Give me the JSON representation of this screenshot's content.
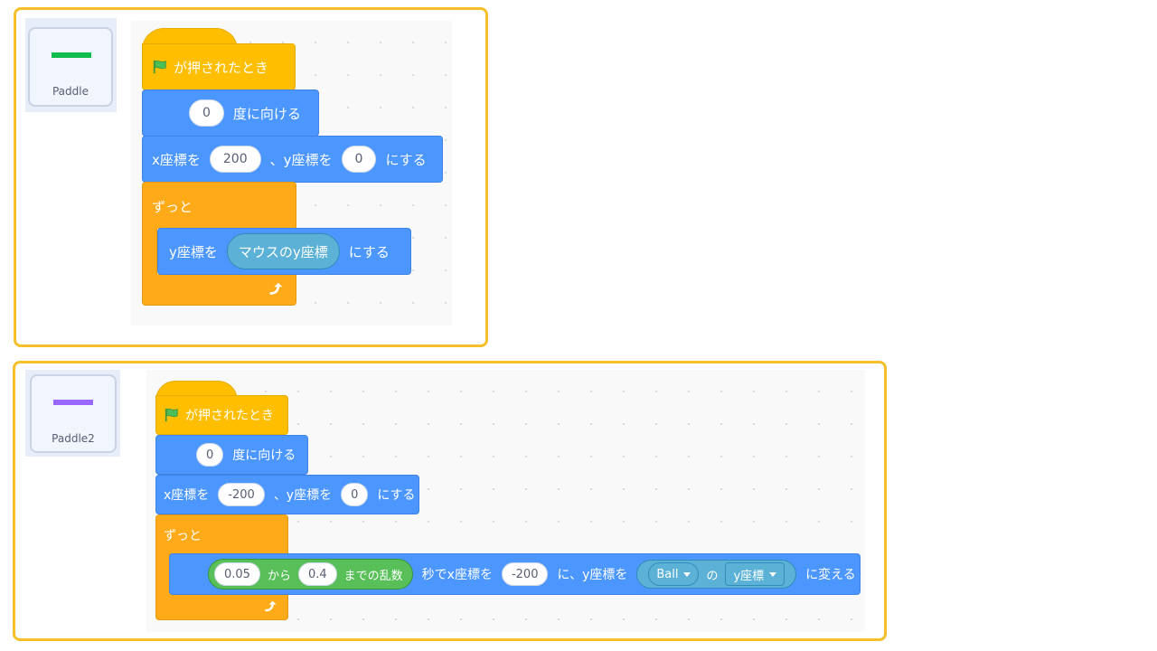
{
  "colors": {
    "frame": "#f5c02a",
    "motion": "#4c97ff",
    "events": "#ffbf00",
    "control": "#ffab19",
    "sensing": "#5cb1d6",
    "operators": "#59c059",
    "paddle_line": "#0fbd4c",
    "paddle2_line": "#9966ff"
  },
  "sprites": [
    {
      "name": "Paddle",
      "icon": "green-line-icon",
      "script": {
        "when_flag": "が押されたとき",
        "point_dir": {
          "value": "0",
          "label": "度に向ける"
        },
        "goto": {
          "x_label": "x座標を",
          "x": "200",
          "sep": "、y座標を",
          "y": "0",
          "end": "にする"
        },
        "forever": "ずっと",
        "set_y": {
          "label": "y座標を",
          "reporter": "マウスのy座標",
          "end": "にする"
        }
      }
    },
    {
      "name": "Paddle2",
      "icon": "purple-line-icon",
      "script": {
        "when_flag": "が押されたとき",
        "point_dir": {
          "value": "0",
          "label": "度に向ける"
        },
        "goto": {
          "x_label": "x座標を",
          "x": "-200",
          "sep": "、y座標を",
          "y": "0",
          "end": "にする"
        },
        "forever": "ずっと",
        "glide": {
          "rand_from": "0.05",
          "kara": "から",
          "rand_to": "0.4",
          "rand_end": "までの乱数",
          "secs": "秒でx座標を",
          "x": "-200",
          "sep": "に、y座標を",
          "sprite": "Ball",
          "of": "の",
          "prop": "y座標",
          "end": "に変える"
        }
      }
    }
  ]
}
